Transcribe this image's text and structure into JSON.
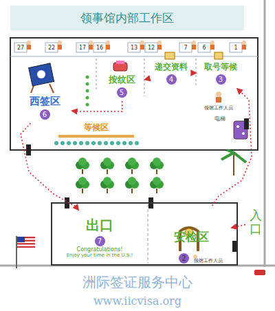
{
  "diagram": {
    "nodes": [
      {
        "text": [
          "领事馆内部工作区"
        ]
      },
      {
        "text": [
          "西签区",
          "6"
        ]
      },
      {
        "text": [
          "按纹区",
          "5"
        ]
      },
      {
        "text": [
          "递交资料",
          "4"
        ]
      },
      {
        "text": [
          "取号等候",
          "3"
        ]
      },
      {
        "text": [
          "等候区"
        ]
      },
      {
        "text": [
          "出口",
          "7",
          "Congratulations!",
          "Enjoy your time in the U.S.!"
        ]
      },
      {
        "text": [
          "安检区",
          "2"
        ]
      },
      {
        "text": [
          "入口"
        ]
      }
    ],
    "edges": [
      {
        "from": 8,
        "to": 7,
        "arrow": "to"
      },
      {
        "from": 7,
        "to": 4,
        "arrow": "to"
      },
      {
        "from": 4,
        "to": 3,
        "arrow": "to"
      },
      {
        "from": 3,
        "to": 2,
        "arrow": "to"
      },
      {
        "from": 2,
        "to": 1,
        "arrow": "to"
      },
      {
        "from": 1,
        "to": 6,
        "arrow": "to"
      }
    ],
    "labels": [
      "27",
      "22",
      "17",
      "16",
      "13",
      "12",
      "7",
      "6",
      "1",
      "领馆工作人员",
      "电梯",
      "领馆工作人员",
      "洲际签证服务中心",
      "www.iicvisa.org"
    ]
  }
}
